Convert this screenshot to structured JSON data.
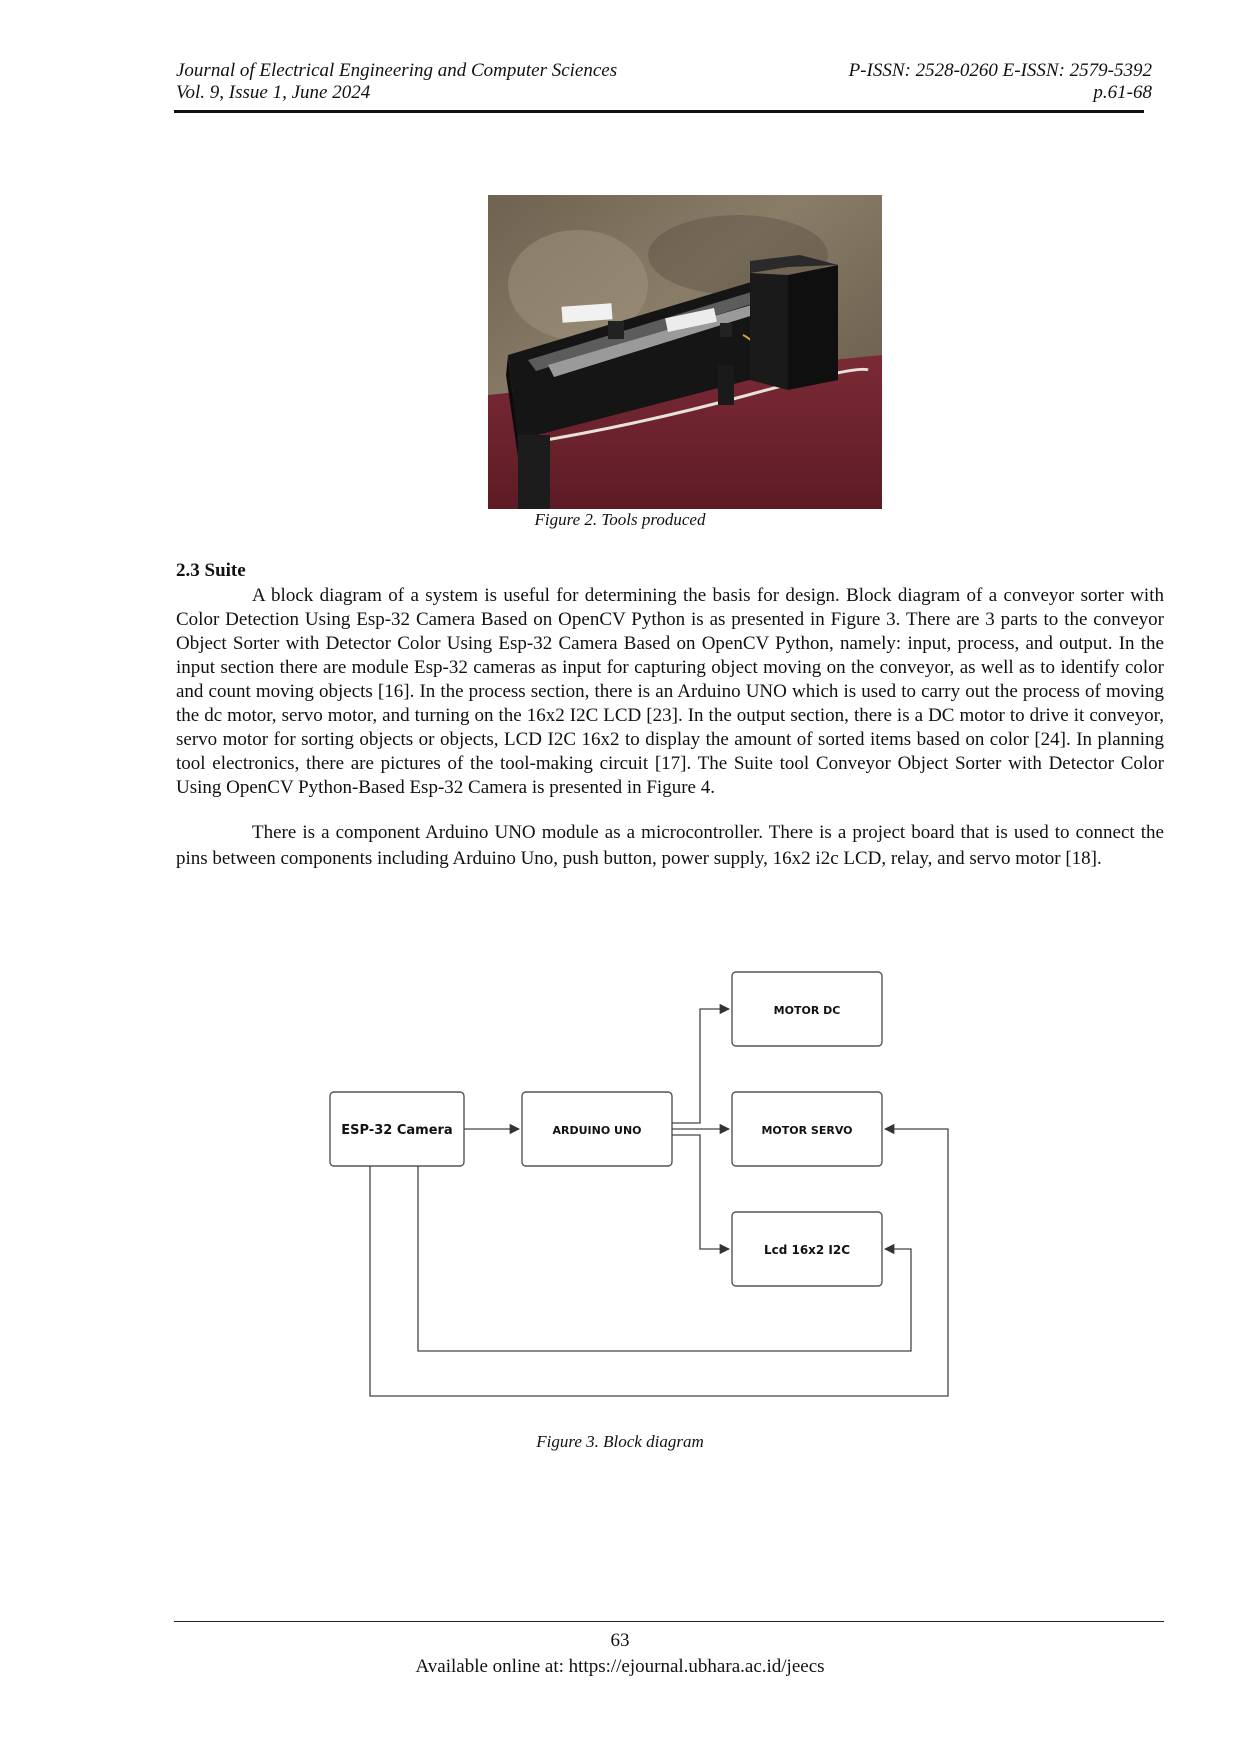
{
  "header": {
    "journal": "Journal of Electrical Engineering and Computer Sciences",
    "volume": "Vol. 9, Issue 1, June 2024",
    "issn": "P-ISSN: 2528-0260 E-ISSN: 2579-5392",
    "pages": "p.61-68"
  },
  "figure2": {
    "caption": "Figure 2. Tools produced"
  },
  "section": {
    "heading": "2.3 Suite",
    "paragraph1": "A block diagram of a system is useful for determining the basis for design. Block diagram of a conveyor sorter with Color Detection Using Esp-32 Camera Based on OpenCV Python is as presented in Figure 3. There are 3 parts to the conveyor Object Sorter with Detector Color Using Esp-32 Camera Based on OpenCV Python, namely: input, process, and output. In the input section there are module Esp-32 cameras as input for capturing object moving on the conveyor, as well as to identify color and count moving objects [16]. In the process section, there is an Arduino UNO which is used to carry out the process of moving the dc motor, servo motor, and turning on the 16x2 I2C LCD [23]. In the output section, there is a DC motor to drive it conveyor, servo motor for sorting objects or objects, LCD I2C 16x2 to display the amount of sorted items based on color [24]. In planning tool electronics, there are pictures of the tool-making circuit [17]. The Suite tool Conveyor Object Sorter with Detector Color Using OpenCV Python-Based Esp-32 Camera is presented in Figure 4.",
    "paragraph2": "There is a component Arduino UNO module as a microcontroller. There is a project board that is used to connect the pins between components including Arduino Uno, push button, power supply, 16x2 i2c LCD, relay, and servo motor [18]."
  },
  "figure3": {
    "caption": "Figure 3. Block diagram",
    "blocks": {
      "camera": "ESP-32 Camera",
      "arduino": "ARDUINO UNO",
      "motor_dc": "MOTOR DC",
      "motor_servo": "MOTOR SERVO",
      "lcd": "Lcd 16x2 I2C"
    }
  },
  "footer": {
    "page_number": "63",
    "available": "Available online at: https://ejournal.ubhara.ac.id/jeecs"
  }
}
